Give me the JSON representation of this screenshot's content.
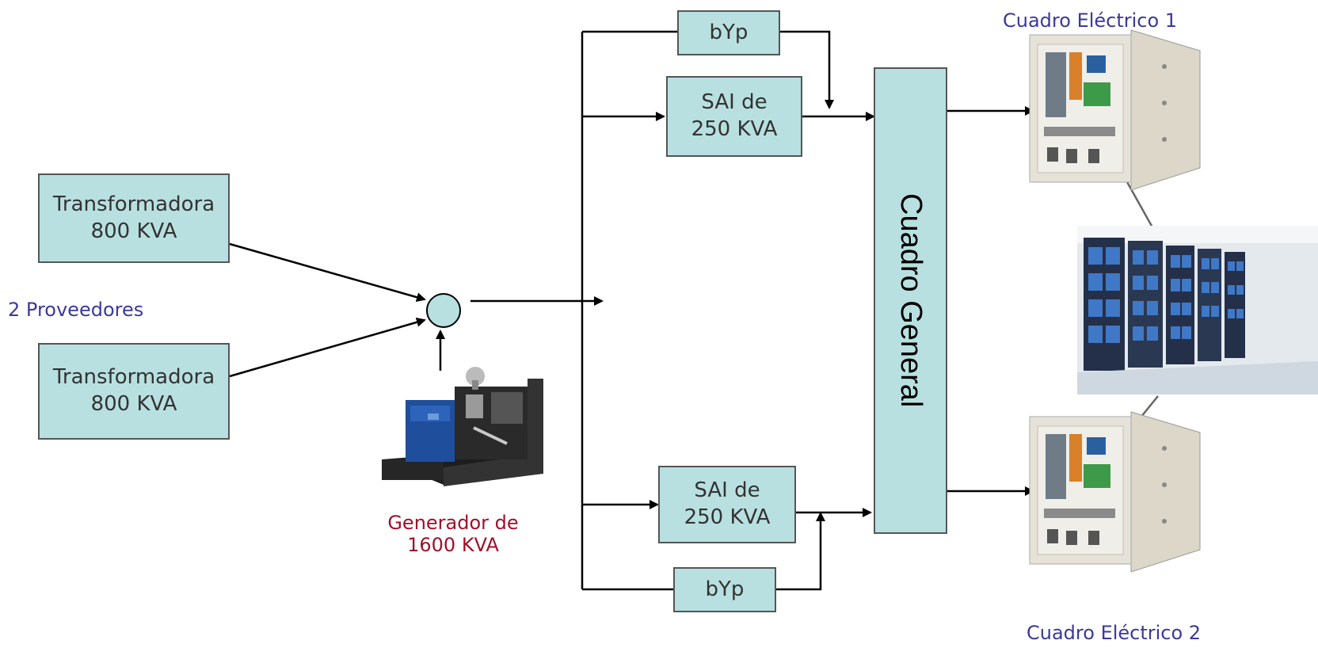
{
  "transformer1": {
    "line1": "Transformadora",
    "line2": "800 KVA"
  },
  "transformer2": {
    "line1": "Transformadora",
    "line2": "800 KVA"
  },
  "providers_label": "2 Proveedores",
  "generator": {
    "line1": "Generador de",
    "line2": "1600 KVA"
  },
  "bypass_top": "bYp",
  "bypass_bottom": "bYp",
  "ups_top": {
    "line1": "SAI de",
    "line2": "250 KVA"
  },
  "ups_bottom": {
    "line1": "SAI de",
    "line2": "250 KVA"
  },
  "main_panel": "Cuadro General",
  "panel1_label": "Cuadro Eléctrico 1",
  "panel2_label": "Cuadro Eléctrico 2",
  "colors": {
    "box_fill": "#b9e0e0",
    "box_border": "#555555",
    "label_blue": "#3a3a9a",
    "label_red": "#a0102a"
  },
  "icons": [
    "generator-image",
    "electrical-cabinet-image",
    "server-racks-image"
  ]
}
